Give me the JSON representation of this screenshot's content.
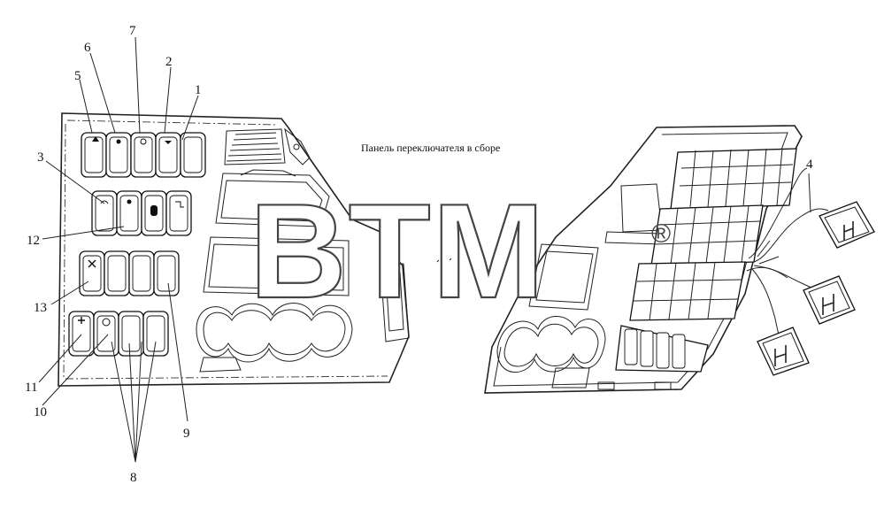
{
  "title": "Панель переключателя в сборе",
  "watermark": {
    "text": "BTM",
    "registered": "®"
  },
  "callouts": {
    "c1": "1",
    "c2": "2",
    "c3": "3",
    "c4": "4",
    "c5": "5",
    "c6": "6",
    "c7": "7",
    "c8": "8",
    "c9": "9",
    "c10": "10",
    "c11": "11",
    "c12": "12",
    "c13": "13"
  }
}
